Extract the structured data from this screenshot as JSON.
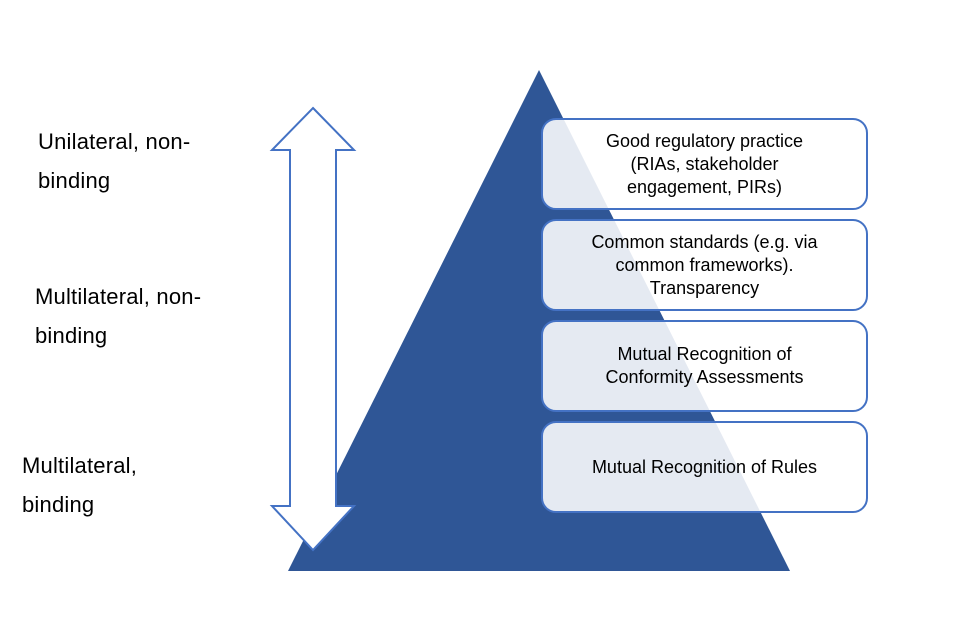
{
  "colors": {
    "background": "#FFFFFF",
    "pyramid_fill": "#2F5696",
    "outline_blue": "#4472C4",
    "arrow_fill": "#FFFFFF",
    "box_fill": "rgba(255,255,255,0.88)",
    "text": "#000000"
  },
  "left_labels": [
    {
      "id": "unilateral-non-binding",
      "lines": [
        "Unilateral, non-",
        "binding"
      ]
    },
    {
      "id": "multilateral-non-binding",
      "lines": [
        "Multilateral, non-",
        "binding"
      ]
    },
    {
      "id": "multilateral-binding",
      "lines": [
        "Multilateral,",
        "binding"
      ]
    }
  ],
  "pyramid_levels": [
    {
      "id": "level-1-top",
      "lines": [
        "Good regulatory practice",
        "(RIAs, stakeholder",
        "engagement, PIRs)"
      ]
    },
    {
      "id": "level-2",
      "lines": [
        "Common standards (e.g. via",
        "common frameworks).",
        "Transparency"
      ]
    },
    {
      "id": "level-3",
      "lines": [
        "Mutual Recognition of",
        "Conformity Assessments"
      ]
    },
    {
      "id": "level-4-bottom",
      "lines": [
        "Mutual Recognition of Rules"
      ]
    }
  ],
  "icons": {
    "double_arrow": "vertical-double-headed-arrow"
  }
}
